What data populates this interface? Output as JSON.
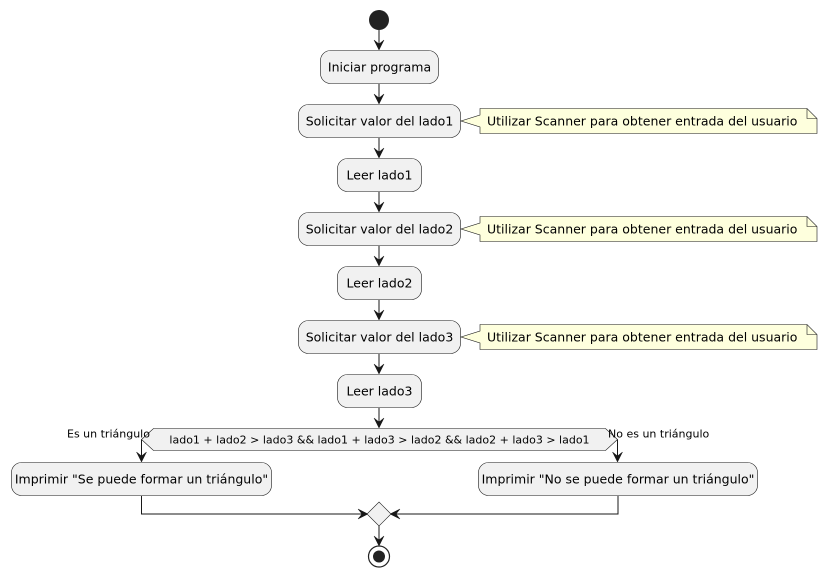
{
  "activities": [
    "Iniciar programa",
    "Solicitar valor del lado1",
    "Leer lado1",
    "Solicitar valor del lado2",
    "Leer lado2",
    "Solicitar valor del lado3",
    "Leer lado3"
  ],
  "notes": [
    "Utilizar Scanner para obtener entrada del usuario",
    "Utilizar Scanner para obtener entrada del usuario",
    "Utilizar Scanner para obtener entrada del usuario"
  ],
  "decision": {
    "condition": "lado1 + lado2 > lado3 && lado1 + lado3 > lado2 && lado2 + lado3 > lado1",
    "yes_label": "Es un triángulo",
    "no_label": "No es un triángulo"
  },
  "outcomes": {
    "yes_action": "Imprimir \"Se puede formar un triángulo\"",
    "no_action": "Imprimir \"No se puede formar un triángulo\""
  }
}
